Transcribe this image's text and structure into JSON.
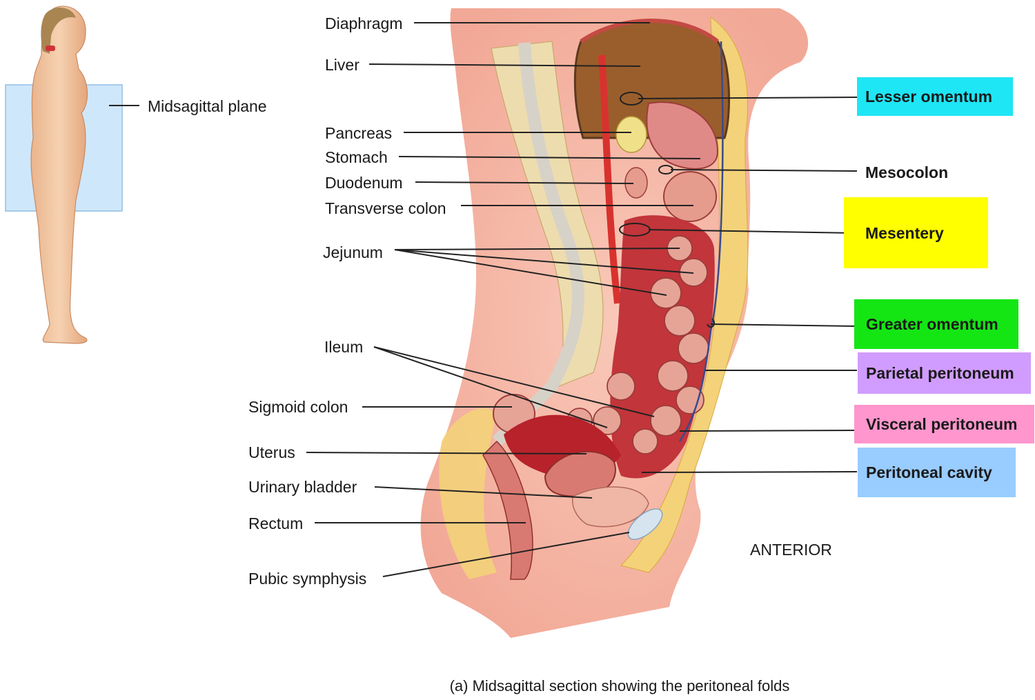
{
  "figure": {
    "caption": "(a) Midsagittal section showing the peritoneal folds",
    "plane_label": "Midsagittal plane",
    "orientation": "ANTERIOR"
  },
  "left_labels": [
    {
      "id": "diaphragm",
      "text": "Diaphragm"
    },
    {
      "id": "liver",
      "text": "Liver"
    },
    {
      "id": "pancreas",
      "text": "Pancreas"
    },
    {
      "id": "stomach",
      "text": "Stomach"
    },
    {
      "id": "duodenum",
      "text": "Duodenum"
    },
    {
      "id": "transverse_colon",
      "text": "Transverse colon"
    },
    {
      "id": "jejunum",
      "text": "Jejunum"
    },
    {
      "id": "ileum",
      "text": "Ileum"
    },
    {
      "id": "sigmoid_colon",
      "text": "Sigmoid colon"
    },
    {
      "id": "uterus",
      "text": "Uterus"
    },
    {
      "id": "urinary_bladder",
      "text": "Urinary bladder"
    },
    {
      "id": "rectum",
      "text": "Rectum"
    },
    {
      "id": "pubic_symphysis",
      "text": "Pubic symphysis"
    }
  ],
  "right_labels": [
    {
      "id": "lesser_omentum",
      "text": "Lesser omentum",
      "color": "#1ee6f5"
    },
    {
      "id": "mesocolon",
      "text": "Mesocolon",
      "color": "#ffffff"
    },
    {
      "id": "mesentery",
      "text": "Mesentery",
      "color": "#ffff00"
    },
    {
      "id": "greater_omentum",
      "text": "Greater omentum",
      "color": "#14e614"
    },
    {
      "id": "parietal_peritoneum",
      "text": "Parietal peritoneum",
      "color": "#d19cff"
    },
    {
      "id": "visceral_peritoneum",
      "text": "Visceral peritoneum",
      "color": "#ff96cd"
    },
    {
      "id": "peritoneal_cavity",
      "text": "Peritoneal cavity",
      "color": "#99ccff"
    }
  ]
}
